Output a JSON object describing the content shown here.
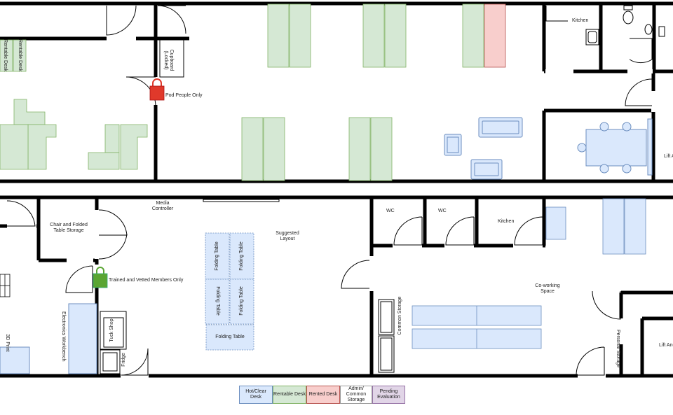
{
  "colors": {
    "hot": "#dae8fc",
    "hot_stroke": "#6c8ebf",
    "rentable": "#d5e8d4",
    "rentable_stroke": "#82b366",
    "rented": "#f8cecc",
    "rented_stroke": "#b85450",
    "admin": "#ffffff",
    "pending": "#e1d5e7",
    "pending_stroke": "#9673a6",
    "wall": "#000000",
    "lock_red": "#e0392b",
    "lock_green": "#5aa532"
  },
  "labels": {
    "rentable_desk_1": "Rentable Desk",
    "rentable_desk_2": "Rentable Desk",
    "cupboard": "Cupboard (Locked)",
    "pod_people": "Pod People Only",
    "kitchen_top": "Kitchen",
    "lift_top": "Lift A",
    "media_controller": "Media Controller",
    "chair_storage": "Chair and Folded Table Storage",
    "suggested_layout": "Suggested Layout",
    "folding_table": "Folding Table",
    "trained_members": "Trained and Vetted Members Only",
    "printer_3d": "3D Print",
    "electronics_workbench": "Electronics Workbench",
    "tuck_shop": "Tuck Shop",
    "fridge": "Fridge",
    "wc_1": "WC",
    "wc_2": "WC",
    "kitchen_bottom": "Kitchen",
    "coworking": "Co-working Space",
    "common_storage": "Common Storage",
    "personal_storage": "Personal Storage",
    "lift_bottom": "Lift And"
  },
  "legend": [
    {
      "label": "Hot/Clear Desk",
      "color": "#dae8fc"
    },
    {
      "label": "Rentable Desk",
      "color": "#d5e8d4"
    },
    {
      "label": "Rented Desk",
      "color": "#f8cecc"
    },
    {
      "label": "Admin/ Common Storage",
      "color": "#ffffff"
    },
    {
      "label": "Pending Evaluation",
      "color": "#e1d5e7"
    }
  ],
  "icons": [
    "lock-icon",
    "door-icon",
    "toilet-icon",
    "sink-icon",
    "sofa-icon",
    "chair-icon"
  ]
}
